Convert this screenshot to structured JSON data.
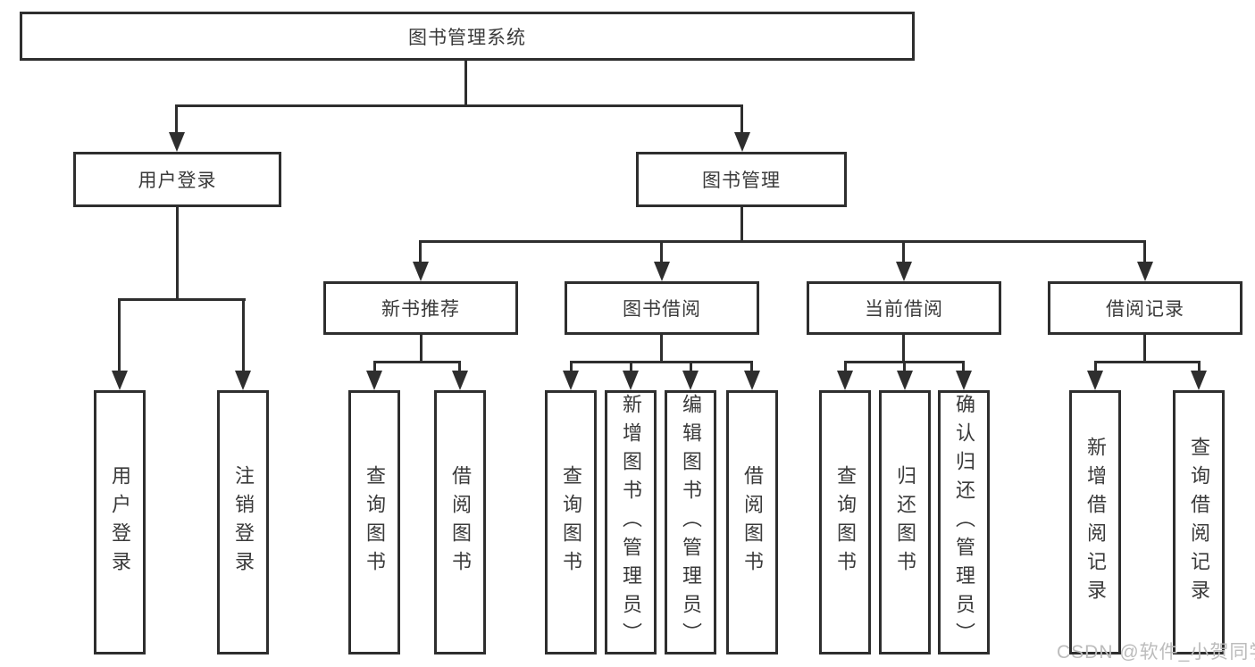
{
  "diagram": {
    "title": "图书管理系统",
    "root": "图书管理系统",
    "branches": [
      {
        "label": "用户登录",
        "children": [
          "用户登录",
          "注销登录"
        ]
      },
      {
        "label": "图书管理",
        "groups": [
          {
            "label": "新书推荐",
            "children": [
              "查询图书",
              "借阅图书"
            ]
          },
          {
            "label": "图书借阅",
            "children": [
              "查询图书",
              "新增图书（管理员）",
              "编辑图书（管理员）",
              "借阅图书"
            ]
          },
          {
            "label": "当前借阅",
            "children": [
              "查询图书",
              "归还图书",
              "确认归还（管理员）"
            ]
          },
          {
            "label": "借阅记录",
            "children": [
              "新增借阅记录",
              "查询借阅记录"
            ]
          }
        ]
      }
    ]
  },
  "watermark": "CSDN @软件_小贺同学",
  "colors": {
    "line": "#2e2e2e",
    "text": "#3a3a3a",
    "watermark": "#bcbcbc",
    "background": "#ffffff"
  }
}
